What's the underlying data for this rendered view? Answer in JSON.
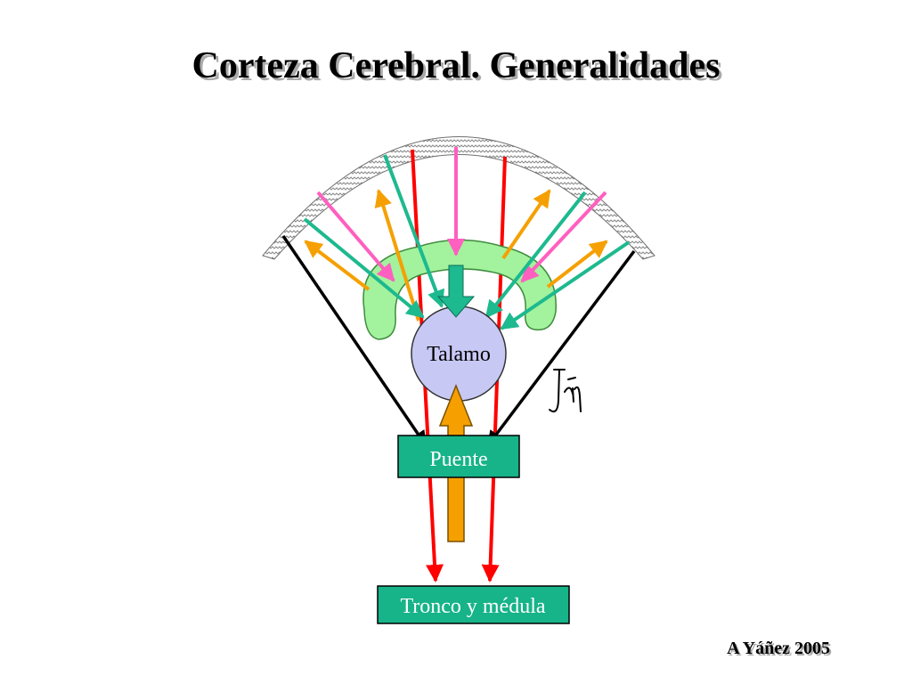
{
  "slide": {
    "title": "Corteza Cerebral. Generalidades",
    "credit": "A Yáñez 2005"
  },
  "diagram": {
    "nodes": {
      "talamo": "Talamo",
      "puente": "Puente",
      "tronco": "Tronco y médula"
    },
    "colors": {
      "cortex_band": "#b0b0b0",
      "thalamus_fill": "#c8c8f5",
      "arc_fill": "#a3f29d",
      "box_fill": "#17b389",
      "red": "#ff0000",
      "pink": "#ff5fbf",
      "teal": "#1db98f",
      "orange": "#f5a000",
      "black": "#000000"
    },
    "signature_icon": "signature-icon"
  }
}
